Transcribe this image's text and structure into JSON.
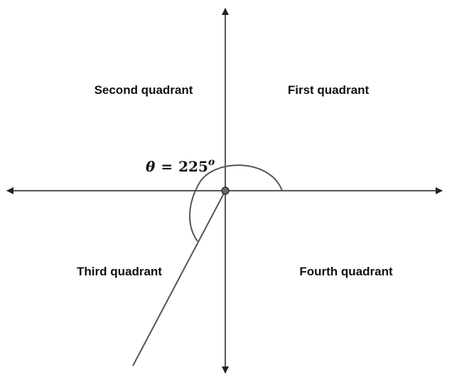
{
  "quadrants": {
    "second": "Second quadrant",
    "first": "First quadrant",
    "third": "Third quadrant",
    "fourth": "Fourth quadrant"
  },
  "angle": {
    "symbol": "θ",
    "equals": "=",
    "value": "225",
    "degree": "o"
  },
  "colors": {
    "line": "#555555",
    "text": "#111111"
  }
}
